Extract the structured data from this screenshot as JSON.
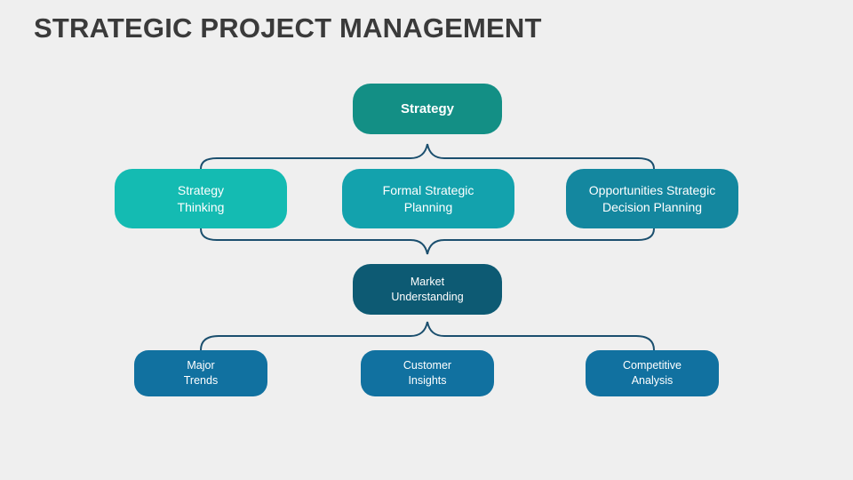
{
  "title": "STRATEGIC PROJECT MANAGEMENT",
  "root": {
    "label": "Strategy"
  },
  "approaches": [
    {
      "line1": "Strategy",
      "line2": "Thinking"
    },
    {
      "line1": "Formal Strategic",
      "line2": "Planning"
    },
    {
      "line1": "Opportunities Strategic",
      "line2": "Decision Planning"
    }
  ],
  "market": {
    "line1": "Market",
    "line2": "Understanding"
  },
  "factors": [
    {
      "line1": "Major",
      "line2": "Trends"
    },
    {
      "line1": "Customer",
      "line2": "Insights"
    },
    {
      "line1": "Competitive",
      "line2": "Analysis"
    }
  ],
  "colors": {
    "background": "#efefef",
    "title": "#3a3a3a",
    "connector": "#1b4f6e",
    "strategy": "#138f85",
    "approach_1": "#14bbb2",
    "approach_2": "#13a2ad",
    "approach_3": "#14879f",
    "market": "#0d5a73",
    "factor": "#1171a0"
  }
}
